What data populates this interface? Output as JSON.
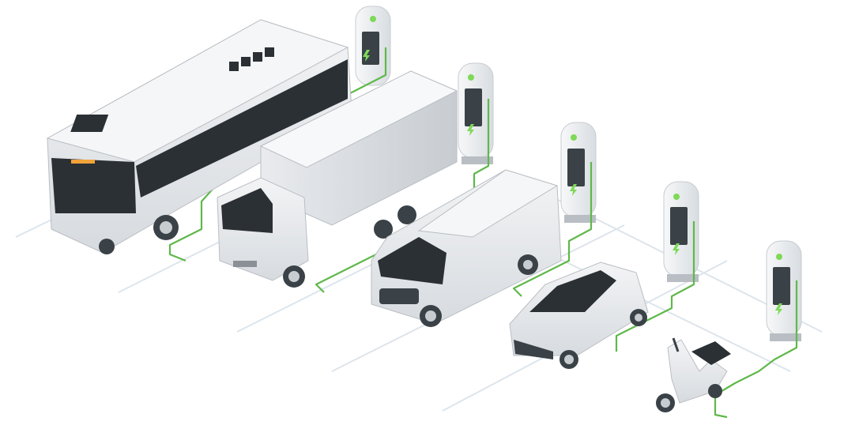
{
  "scene": {
    "description_tags": [
      "bus-icon",
      "truck-icon",
      "van-icon",
      "car-icon",
      "scooter-icon",
      "charging-station-icon",
      "lightning-icon"
    ],
    "colors": {
      "background": "#ffffff",
      "accent_green": "#7ed957",
      "cable_green": "#5fb84a",
      "vehicle_body": "#e6e8ea",
      "vehicle_shade": "#c9cdd1",
      "glass": "#2b3035",
      "station_body": "#eef0f2",
      "station_screen": "#3a4248",
      "ground_line": "#dbe3ea"
    },
    "stations": [
      {
        "name": "station-bus"
      },
      {
        "name": "station-truck"
      },
      {
        "name": "station-van"
      },
      {
        "name": "station-car"
      },
      {
        "name": "station-scooter"
      }
    ]
  }
}
